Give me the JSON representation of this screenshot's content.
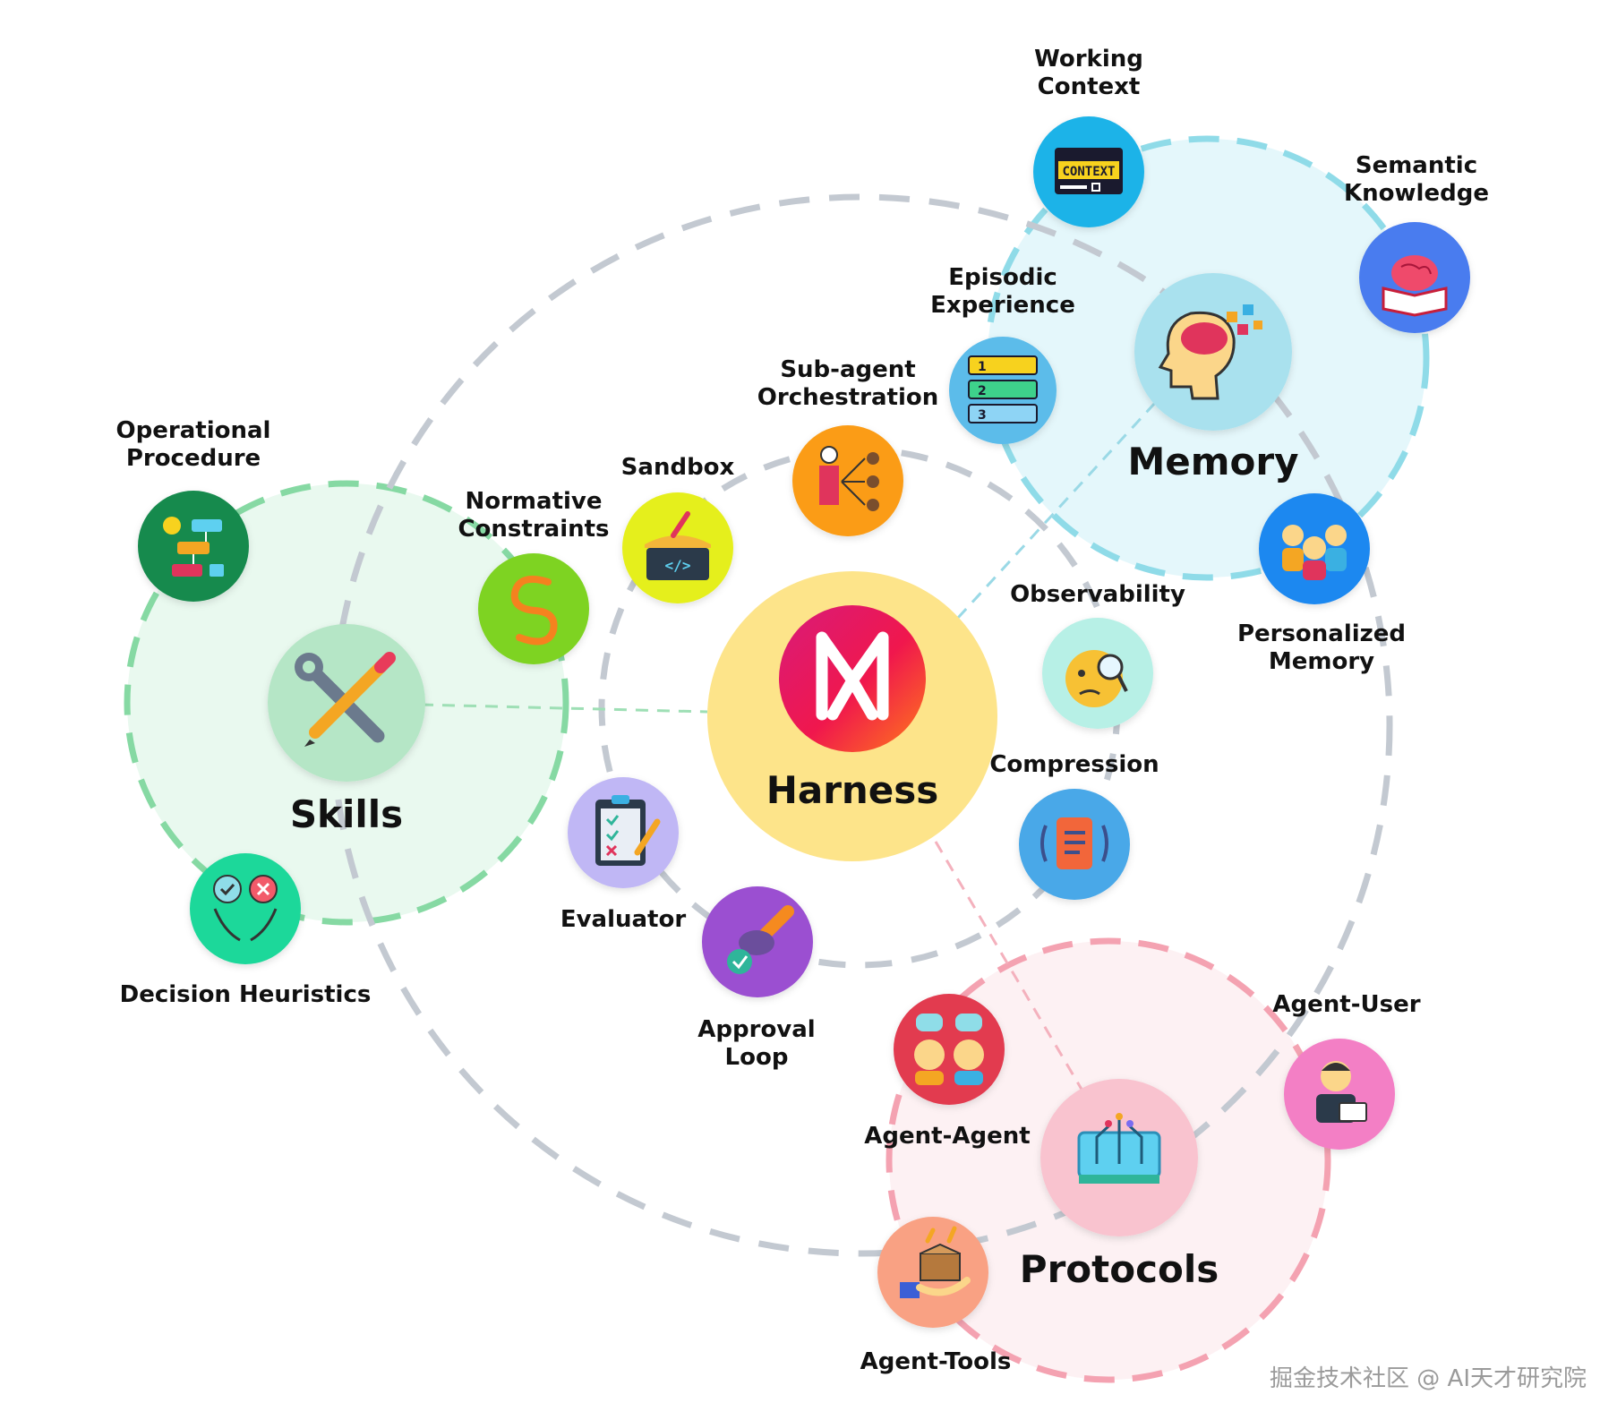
{
  "hubs": {
    "harness": "Harness",
    "skills": "Skills",
    "memory": "Memory",
    "protocols": "Protocols"
  },
  "nodes": {
    "working_context": [
      "Working",
      "Context"
    ],
    "context_badge": "CONTEXT",
    "semantic_knowledge": [
      "Semantic",
      "Knowledge"
    ],
    "episodic_experience": [
      "Episodic",
      "Experience"
    ],
    "sub_agent_orchestration": [
      "Sub-agent",
      "Orchestration"
    ],
    "sandbox": "Sandbox",
    "sandbox_code": "</>",
    "normative_constraints": [
      "Normative",
      "Constraints"
    ],
    "operational_procedure": [
      "Operational",
      "Procedure"
    ],
    "observability": "Observability",
    "personalized_memory": [
      "Personalized",
      "Memory"
    ],
    "compression": "Compression",
    "evaluator": "Evaluator",
    "approval_loop": [
      "Approval",
      "Loop"
    ],
    "decision_heuristics": "Decision Heuristics",
    "agent_agent": "Agent-Agent",
    "agent_user": "Agent-User",
    "agent_tools": "Agent-Tools"
  },
  "episodic_steps": [
    "1",
    "2",
    "3"
  ],
  "watermark": "掘金技术社区 @ AI天才研究院",
  "icons": {
    "harness": "harness-logo-icon",
    "skills": "wrench-pencil-icon",
    "memory": "brain-head-icon",
    "protocols": "circuit-board-icon",
    "working_context": "context-panel-icon",
    "semantic_knowledge": "brain-book-icon",
    "episodic_experience": "numbered-list-icon",
    "sub_agent_orchestration": "org-chart-icon",
    "sandbox": "sandbox-icon",
    "normative_constraints": "link-s-icon",
    "operational_procedure": "flowchart-icon",
    "observability": "magnifier-face-icon",
    "personalized_memory": "people-group-icon",
    "compression": "compress-document-icon",
    "evaluator": "checklist-icon",
    "approval_loop": "approval-stamp-icon",
    "decision_heuristics": "decision-hands-icon",
    "agent_agent": "chatting-agents-icon",
    "agent_user": "user-laptop-icon",
    "agent_tools": "toolbox-hand-icon"
  },
  "colors": {
    "skills_fill": "#e9f9ef",
    "skills_ring": "#86d9a3",
    "memory_fill": "#e4f7fb",
    "memory_ring": "#8fdbe8",
    "protocols_fill": "#fdf1f3",
    "protocols_ring": "#f4a2b1",
    "harness_fill": "#fde48a",
    "gray_ring": "#c3c9d1"
  }
}
